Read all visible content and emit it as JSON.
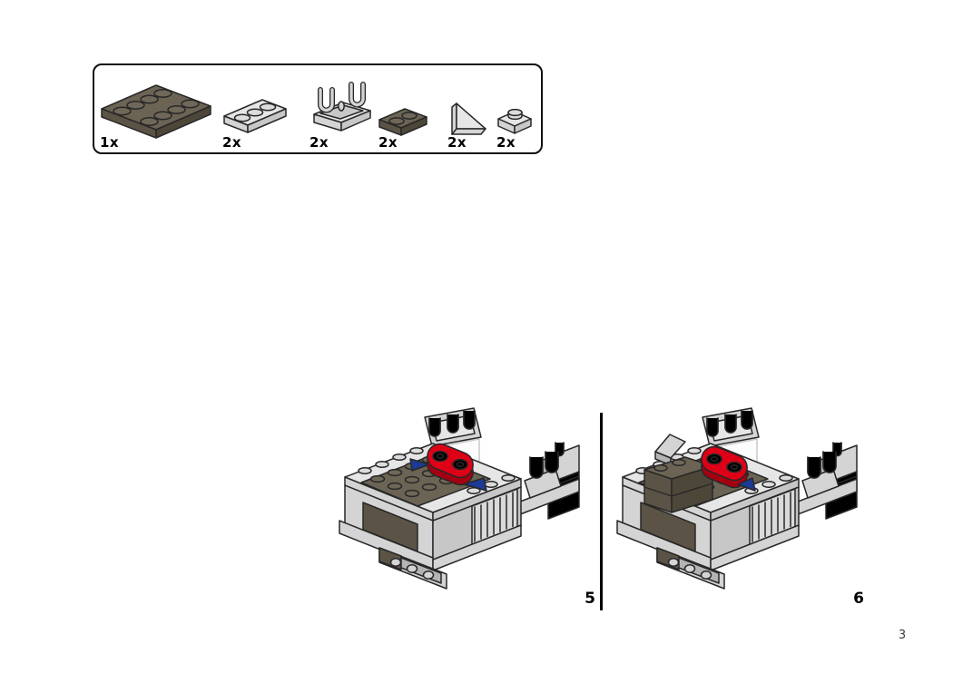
{
  "document": {
    "page_number": "3"
  },
  "parts_box": {
    "items": [
      {
        "qty": "1x",
        "part": "plate-2x4-dark-olive"
      },
      {
        "qty": "2x",
        "part": "plate-1x3-light-gray"
      },
      {
        "qty": "2x",
        "part": "clip-plate-1x2-light-gray"
      },
      {
        "qty": "2x",
        "part": "plate-1x2-dark-olive"
      },
      {
        "qty": "2x",
        "part": "slope-1x2-light-gray"
      },
      {
        "qty": "2x",
        "part": "plate-1x1-light-gray"
      }
    ]
  },
  "steps": [
    {
      "number": "5"
    },
    {
      "number": "6"
    }
  ],
  "colors": {
    "outline": "#282828",
    "lg_top": "#e6e6e6",
    "lg_front": "#d4d4d4",
    "lg_right": "#c7c7c7",
    "lg_shade": "#b4b4b4",
    "lg_stud": "#dcdcdc",
    "dk_top": "#6b6454",
    "dk_front": "#5b5446",
    "dk_right": "#4d4739",
    "dk_stud": "#6f6859",
    "red": "#de0016",
    "red_shade": "#a50011",
    "red_ring": "#7d000c",
    "arrow_blue": "#1c3a96"
  }
}
